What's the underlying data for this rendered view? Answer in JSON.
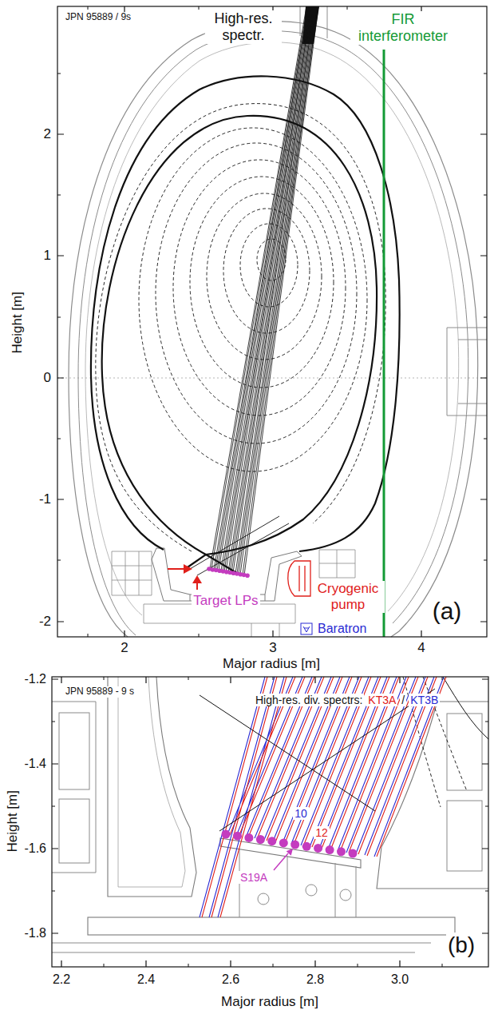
{
  "diagram": {
    "labels": [
      "JPN 95889 / 9s",
      "High-res. spectr.",
      "FIR interferometer",
      "Cryogenic pump",
      "Target LPs",
      "Baratron",
      "(a)",
      "2",
      "1",
      "0",
      "-1",
      "-2",
      "Height [m]",
      "2",
      "3",
      "4",
      "Major radius [m]",
      "JPN 95889 - 9 s",
      "High-res. div. spectrs:",
      "KT3A",
      "/",
      "KT3B",
      "10",
      "12",
      "S19A",
      "(b)",
      "-1.2",
      "-1.4",
      "-1.6",
      "-1.8",
      "Height [m]",
      "2.2",
      "2.4",
      "2.6",
      "2.8",
      "3.0",
      "Major radius [m]"
    ]
  }
}
